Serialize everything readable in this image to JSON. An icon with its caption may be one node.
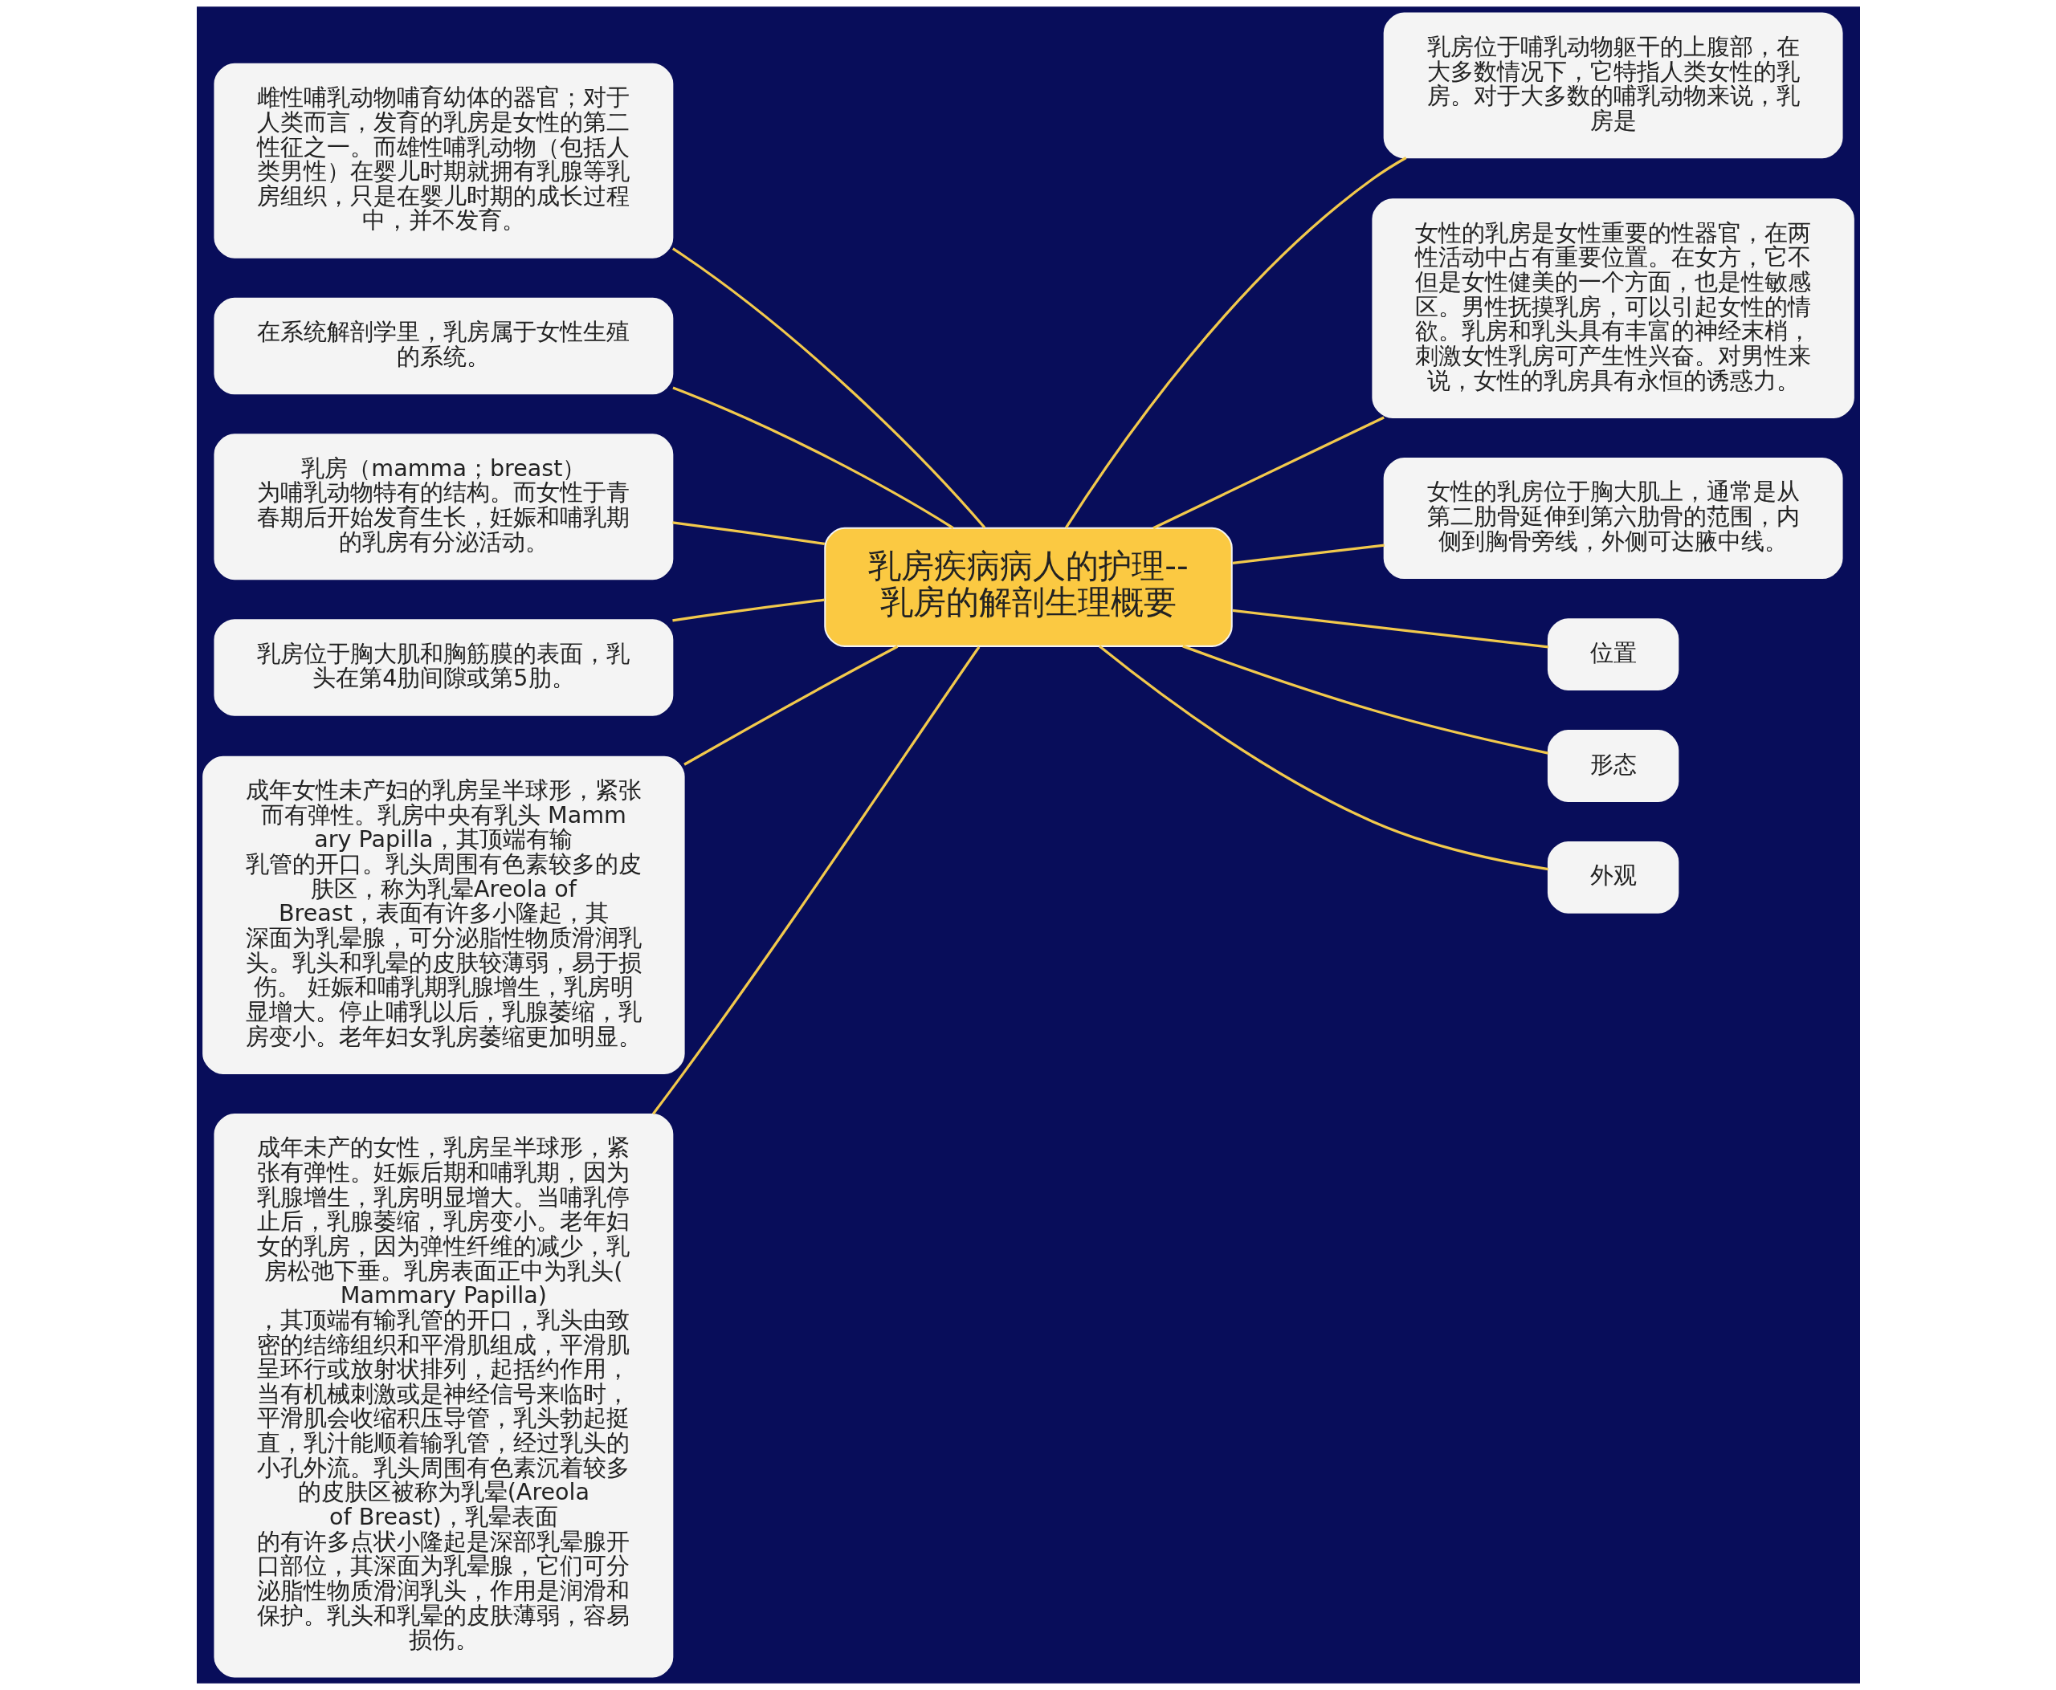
{
  "diagram": {
    "nodes": [
      {
        "text": [
          "乳房疾病病人的护理--乳房的解剖生理概要"
        ]
      },
      {
        "text": [
          "雌性哺乳动物哺育幼体的器官；对于人类而言，发育的乳房是女性的第二性征之一。而雄性哺乳动物（包括人类男性）在婴儿时期就拥有乳腺等乳房组织，只是在婴儿时期的成长过程中，并不发育。"
        ]
      },
      {
        "text": [
          "在系统解剖学里，乳房属于女性生殖的系统。"
        ]
      },
      {
        "text": [
          "乳房（mamma；breast）为哺乳动物特有的结构。而女性于青春期后开始发育生长，妊娠和哺乳期的乳房有分泌活动。"
        ]
      },
      {
        "text": [
          "乳房位于胸大肌和胸筋膜的表面，乳头在第4肋间隙或第5肋。"
        ]
      },
      {
        "text": [
          "成年女性未产妇的乳房呈半球形，紧张而有弹性。乳房中央有乳头 Mammary Papilla，其顶端有输乳管的开口。乳头周围有色素较多的皮肤区，称为乳晕Areola of Breast，表面有许多小隆起，其深面为乳晕腺，可分泌脂性物质滑润乳头。乳头和乳晕的皮肤较薄弱，易于损伤。 妊娠和哺乳期乳腺增生，乳房明显增大。停止哺乳以后，乳腺萎缩，乳房变小。老年妇女乳房萎缩更加明显。"
        ]
      },
      {
        "text": [
          "成年未产的女性，乳房呈半球形，紧张有弹性。妊娠后期和哺乳期，因为乳腺增生，乳房明显增大。当哺乳停止后，乳腺萎缩，乳房变小。老年妇女的乳房，因为弹性纤维的减少，乳房松弛下垂。乳房表面正中为乳头(Mammary Papilla)，其顶端有输乳管的开口，乳头由致密的结缔组织和平滑肌组成，平滑肌呈环行或放射状排列，起括约作用，当有机械刺激或是神经信号来临时，平滑肌会收缩积压导管，乳头勃起挺直，乳汁能顺着输乳管，经过乳头的小孔外流。乳头周围有色素沉着较多的皮肤区被称为乳晕(Areola of Breast)，乳晕表面的有许多点状小隆起是深部乳晕腺开口部位，其深面为乳晕腺，它们可分泌脂性物质滑润乳头，作用是润滑和保护。乳头和乳晕的皮肤薄弱，容易损伤。"
        ]
      },
      {
        "text": [
          "乳房位于哺乳动物躯干的上腹部，在大多数情况下，它特指人类女性的乳房。对于大多数的哺乳动物来说，乳房是"
        ]
      },
      {
        "text": [
          "女性的乳房是女性重要的性器官，在两性活动中占有重要位置。在女方，它不但是女性健美的一个方面，也是性敏感区。男性抚摸乳房，可以引起女性的情欲。乳房和乳头具有丰富的神经末梢，刺激女性乳房可产生性兴奋。对男性来说，女性的乳房具有永恒的诱惑力。"
        ]
      },
      {
        "text": [
          "女性的乳房位于胸大肌上，通常是从第二肋骨延伸到第六肋骨的范围，内侧到胸骨旁线，外侧可达腋中线。"
        ]
      },
      {
        "text": [
          "位置"
        ]
      },
      {
        "text": [
          "形态"
        ]
      },
      {
        "text": [
          "外观"
        ]
      }
    ],
    "edges": [
      {
        "from": 0,
        "to": 1,
        "arrow": "none"
      },
      {
        "from": 0,
        "to": 2,
        "arrow": "none"
      },
      {
        "from": 0,
        "to": 3,
        "arrow": "none"
      },
      {
        "from": 0,
        "to": 4,
        "arrow": "none"
      },
      {
        "from": 0,
        "to": 5,
        "arrow": "none"
      },
      {
        "from": 0,
        "to": 6,
        "arrow": "none"
      },
      {
        "from": 0,
        "to": 7,
        "arrow": "none"
      },
      {
        "from": 0,
        "to": 8,
        "arrow": "none"
      },
      {
        "from": 0,
        "to": 9,
        "arrow": "none"
      },
      {
        "from": 0,
        "to": 10,
        "arrow": "none"
      },
      {
        "from": 0,
        "to": 11,
        "arrow": "none"
      },
      {
        "from": 0,
        "to": 12,
        "arrow": "none"
      }
    ]
  }
}
